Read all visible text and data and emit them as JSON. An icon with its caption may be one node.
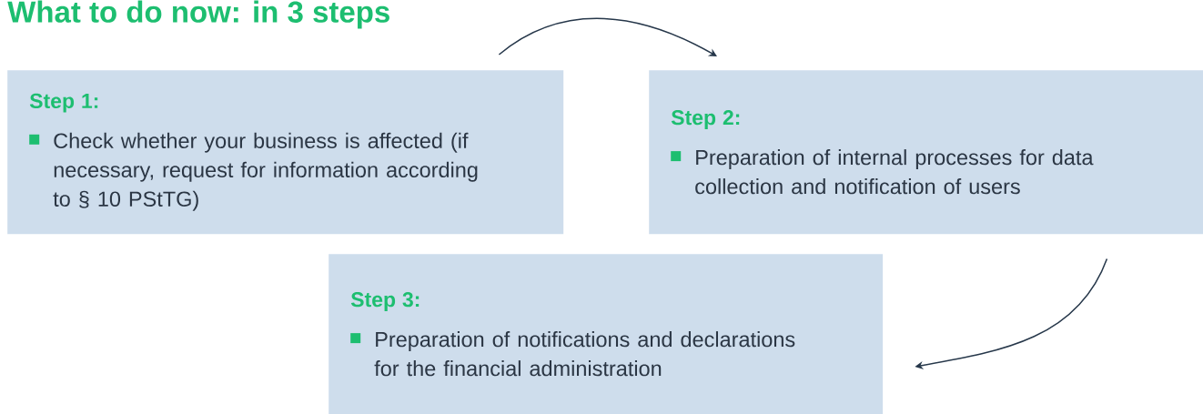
{
  "diagram": {
    "title": "What to do now: in 3 steps",
    "nodes": [
      {
        "text": [
          "Step 1:",
          "Check whether your business is affected (if necessary, request for information according to § 10 PStTG)"
        ]
      },
      {
        "text": [
          "Step 2:",
          "Preparation of internal processes for data collection and notification of users"
        ]
      },
      {
        "text": [
          "Step 3:",
          "Preparation of notifications and declarations for the financial administration"
        ]
      }
    ],
    "edges": [
      {
        "from": 0,
        "to": 1,
        "arrow": "to"
      },
      {
        "from": 1,
        "to": 2,
        "arrow": "to"
      }
    ]
  }
}
